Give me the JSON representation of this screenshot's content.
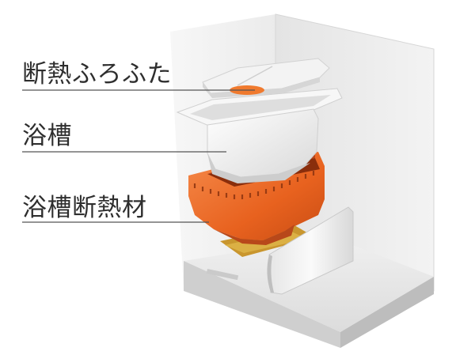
{
  "callouts": {
    "lid": "断熱ふろふた",
    "tub": "浴槽",
    "insulation": "浴槽断熱材"
  },
  "colors": {
    "insulation_orange": "#ec6a2a",
    "tub_white": "#f4f4f4",
    "wall_grey": "#e8e8e8",
    "leader_line": "#555555",
    "label_text": "#2e2e2e"
  }
}
